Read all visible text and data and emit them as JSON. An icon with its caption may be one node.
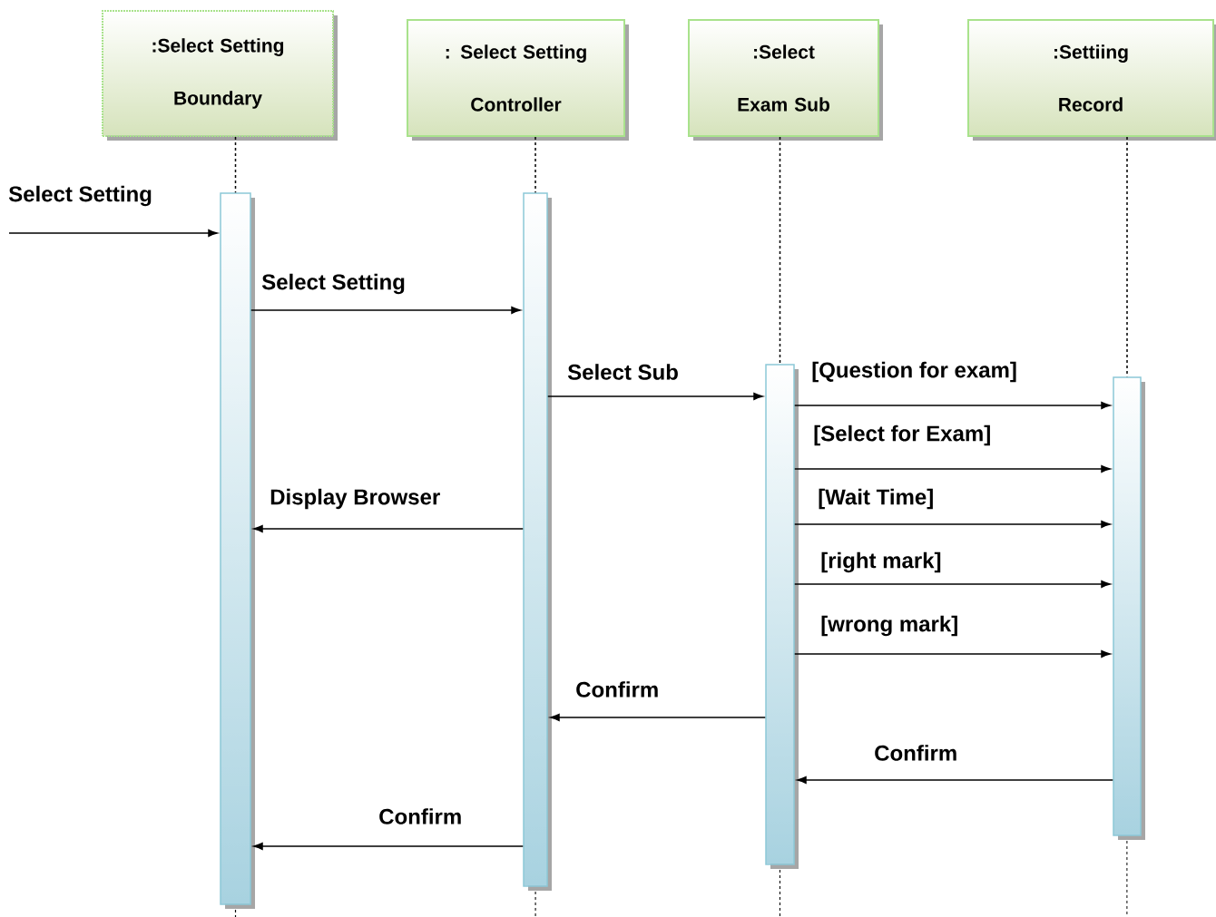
{
  "diagram": {
    "nodes": [
      {
        "text": [
          ":Select Setting Boundary"
        ]
      },
      {
        "text": [
          ": Select Setting Controller"
        ]
      },
      {
        "text": [
          ":Select Exam Sub"
        ]
      },
      {
        "text": [
          ":Settiing Record"
        ]
      },
      {
        "text": [],
        "shape": "bar"
      },
      {
        "text": [],
        "shape": "bar"
      },
      {
        "text": [],
        "shape": "bar"
      },
      {
        "text": [],
        "shape": "bar"
      }
    ],
    "edges": [
      {
        "from": 0,
        "to": 4,
        "arrow": "none",
        "style": "dashed"
      },
      {
        "from": 1,
        "to": 5,
        "arrow": "none",
        "style": "dashed"
      },
      {
        "from": 2,
        "to": 6,
        "arrow": "none",
        "style": "dashed"
      },
      {
        "from": 3,
        "to": 7,
        "arrow": "none",
        "style": "dashed"
      },
      {
        "from": null,
        "to": 4,
        "arrow": "to",
        "label": "Select Setting"
      },
      {
        "from": 4,
        "to": 5,
        "arrow": "to",
        "label": "Select Setting"
      },
      {
        "from": 5,
        "to": 6,
        "arrow": "to",
        "label": "Select Sub"
      },
      {
        "from": 6,
        "to": 7,
        "arrow": "to",
        "label": "[Question for exam]"
      },
      {
        "from": 6,
        "to": 7,
        "arrow": "to",
        "label": "[Select for Exam]"
      },
      {
        "from": 6,
        "to": 7,
        "arrow": "to",
        "label": "[Wait Time]"
      },
      {
        "from": 5,
        "to": 4,
        "arrow": "to",
        "label": "Display Browser"
      },
      {
        "from": 6,
        "to": 7,
        "arrow": "to",
        "label": "[right mark]"
      },
      {
        "from": 6,
        "to": 7,
        "arrow": "to",
        "label": "[wrong mark]"
      },
      {
        "from": 6,
        "to": 5,
        "arrow": "to",
        "label": "Confirm"
      },
      {
        "from": 7,
        "to": 6,
        "arrow": "to",
        "label": "Confirm"
      },
      {
        "from": 5,
        "to": 4,
        "arrow": "to",
        "label": "Confirm"
      }
    ]
  }
}
